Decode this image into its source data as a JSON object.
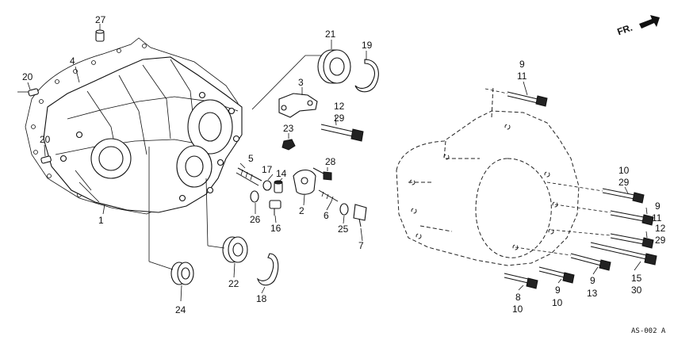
{
  "labels": {
    "l1": "1",
    "l2": "2",
    "l3": "3",
    "l4": "4",
    "l5": "5",
    "l6": "6",
    "l7": "7",
    "l8a": "8",
    "l8b": "10",
    "l9a": "9",
    "l9b": "11",
    "l10a": "10",
    "l10b": "29",
    "l9c": "9",
    "l9d": "11",
    "l12a": "12",
    "l12b": "29",
    "l15a": "15",
    "l15b": "30",
    "l9e": "9",
    "l9f": "13",
    "l9g": "9",
    "l9h": "10",
    "l12c": "12",
    "l12d": "29",
    "l14": "14",
    "l16": "16",
    "l17": "17",
    "l18": "18",
    "l19": "19",
    "l20a": "20",
    "l20b": "20",
    "l21": "21",
    "l22": "22",
    "l23": "23",
    "l24": "24",
    "l25": "25",
    "l26": "26",
    "l27": "27",
    "l28": "28"
  },
  "fr_indicator": "FR.",
  "diagram_code": "AS-002 A",
  "icons": {
    "direction_arrow": "front-arrow-icon"
  }
}
